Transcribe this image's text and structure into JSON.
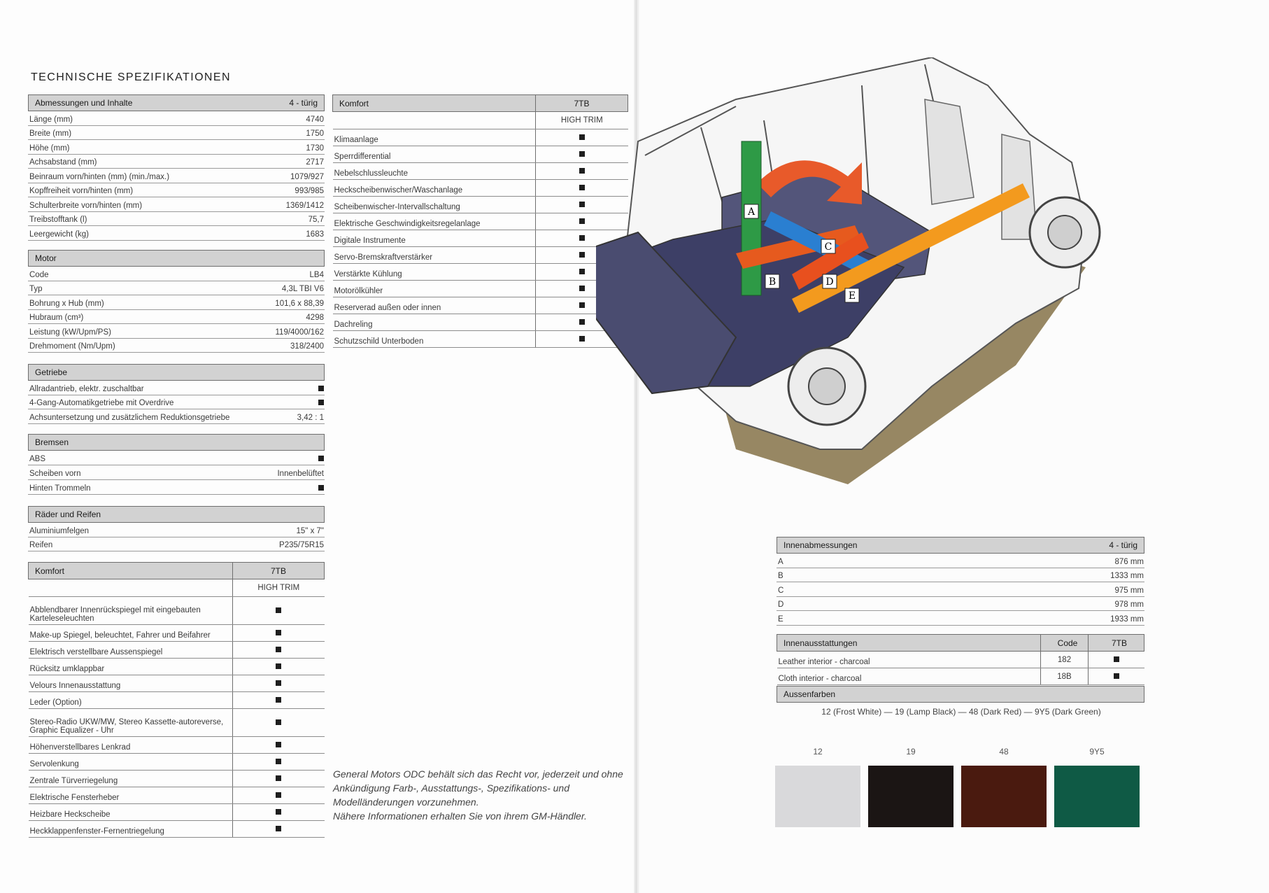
{
  "title": "TECHNISCHE SPEZIFIKATIONEN",
  "abmessungen": {
    "header": "Abmessungen und Inhalte",
    "header_value": "4 - türig",
    "rows": [
      {
        "label": "Länge (mm)",
        "value": "4740"
      },
      {
        "label": "Breite (mm)",
        "value": "1750"
      },
      {
        "label": "Höhe (mm)",
        "value": "1730"
      },
      {
        "label": "Achsabstand (mm)",
        "value": "2717"
      },
      {
        "label": "Beinraum vorn/hinten (mm) (min./max.)",
        "value": "1079/927"
      },
      {
        "label": "Kopffreiheit vorn/hinten (mm)",
        "value": "993/985"
      },
      {
        "label": "Schulterbreite vorn/hinten (mm)",
        "value": "1369/1412"
      },
      {
        "label": "Treibstofftank (l)",
        "value": "75,7"
      },
      {
        "label": "Leergewicht (kg)",
        "value": "1683"
      }
    ]
  },
  "motor": {
    "header": "Motor",
    "rows": [
      {
        "label": "Code",
        "value": "LB4"
      },
      {
        "label": "Typ",
        "value": "4,3L TBI V6"
      },
      {
        "label": "Bohrung x Hub (mm)",
        "value": "101,6 x 88,39"
      },
      {
        "label": "Hubraum (cm³)",
        "value": "4298"
      },
      {
        "label": "Leistung (kW/Upm/PS)",
        "value": "119/4000/162"
      },
      {
        "label": "Drehmoment (Nm/Upm)",
        "value": "318/2400"
      }
    ]
  },
  "getriebe": {
    "header": "Getriebe",
    "rows": [
      {
        "label": "Allradantrieb, elektr. zuschaltbar",
        "value": "■"
      },
      {
        "label": "4-Gang-Automatikgetriebe mit Overdrive",
        "value": "■"
      },
      {
        "label": "Achsuntersetzung und zusätzlichem Reduktionsgetriebe",
        "value": "3,42 : 1"
      }
    ]
  },
  "bremsen": {
    "header": "Bremsen",
    "rows": [
      {
        "label": "ABS",
        "value": "■"
      },
      {
        "label": "Scheiben vorn",
        "value": "Innenbelüftet"
      },
      {
        "label": "Hinten Trommeln",
        "value": "■"
      }
    ]
  },
  "raeder": {
    "header": "Räder und Reifen",
    "rows": [
      {
        "label": "Aluminiumfelgen",
        "value": "15\" x 7\""
      },
      {
        "label": "Reifen",
        "value": "P235/75R15"
      }
    ]
  },
  "komfort_left": {
    "header": "Komfort",
    "col": "7TB",
    "sub": "HIGH TRIM",
    "rows": [
      {
        "label": "Abblendbarer Innenrückspiegel mit eingebauten Karteleseleuchten",
        "value": "■"
      },
      {
        "label": "Make-up Spiegel, beleuchtet, Fahrer und Beifahrer",
        "value": "■"
      },
      {
        "label": "Elektrisch verstellbare Aussenspiegel",
        "value": "■"
      },
      {
        "label": "Rücksitz umklappbar",
        "value": "■"
      },
      {
        "label": "Velours Innenausstattung",
        "value": "■"
      },
      {
        "label": "Leder (Option)",
        "value": "■"
      },
      {
        "label": "Stereo-Radio UKW/MW, Stereo Kassette-autoreverse, Graphic Equalizer - Uhr",
        "value": "■"
      },
      {
        "label": "Höhenverstellbares Lenkrad",
        "value": "■"
      },
      {
        "label": "Servolenkung",
        "value": "■"
      },
      {
        "label": "Zentrale Türverriegelung",
        "value": "■"
      },
      {
        "label": "Elektrische Fensterheber",
        "value": "■"
      },
      {
        "label": "Heizbare Heckscheibe",
        "value": "■"
      },
      {
        "label": "Heckklappenfenster-Fernentriegelung",
        "value": "■"
      }
    ]
  },
  "komfort_right": {
    "header": "Komfort",
    "col": "7TB",
    "sub": "HIGH TRIM",
    "rows": [
      {
        "label": "Klimaanlage",
        "value": "■"
      },
      {
        "label": "Sperrdifferential",
        "value": "■"
      },
      {
        "label": "Nebelschlussleuchte",
        "value": "■"
      },
      {
        "label": "Heckscheibenwischer/Waschanlage",
        "value": "■"
      },
      {
        "label": "Scheibenwischer-Intervallschaltung",
        "value": "■"
      },
      {
        "label": "Elektrische Geschwindigkeitsregelanlage",
        "value": "■"
      },
      {
        "label": "Digitale Instrumente",
        "value": "■"
      },
      {
        "label": "Servo-Bremskraftverstärker",
        "value": "■"
      },
      {
        "label": "Verstärkte Kühlung",
        "value": "■"
      },
      {
        "label": "Motorölkühler",
        "value": "■"
      },
      {
        "label": "Reserverad außen oder innen",
        "value": "■"
      },
      {
        "label": "Dachreling",
        "value": "■"
      },
      {
        "label": "Schutzschild Unterboden",
        "value": "■"
      }
    ]
  },
  "disclaimer": {
    "line1": "General Motors ODC behält sich das Recht vor, jederzeit und ohne Ankündigung Farb-, Ausstattungs-, Spezifikations- und Modelländerungen vorzunehmen.",
    "line2": "Nähere Informationen erhalten Sie von ihrem GM-Händler."
  },
  "illustration": {
    "labels": [
      "A",
      "B",
      "C",
      "D",
      "E"
    ],
    "colors": {
      "A": "#2e9a46",
      "B": "#e65a1e",
      "C": "#2a7fd1",
      "D": "#e8501e",
      "E": "#f39a1e"
    }
  },
  "innenabmessungen": {
    "header": "Innenabmessungen",
    "header_value": "4 - türig",
    "rows": [
      {
        "label": "A",
        "value": "876 mm"
      },
      {
        "label": "B",
        "value": "1333 mm"
      },
      {
        "label": "C",
        "value": "975 mm"
      },
      {
        "label": "D",
        "value": "978 mm"
      },
      {
        "label": "E",
        "value": "1933 mm"
      }
    ]
  },
  "innenausstattungen": {
    "header": "Innenausstattungen",
    "col_code": "Code",
    "col_trim": "7TB",
    "rows": [
      {
        "label": "Leather interior - charcoal",
        "code": "182",
        "value": "■"
      },
      {
        "label": "Cloth interior - charcoal",
        "code": "18B",
        "value": "■"
      }
    ]
  },
  "aussenfarben": {
    "header": "Aussenfarben",
    "line": "12 (Frost White) — 19 (Lamp Black) — 48 (Dark Red) — 9Y5 (Dark Green)",
    "swatches": [
      {
        "code": "12",
        "color": "#d9d9db"
      },
      {
        "code": "19",
        "color": "#1b1514"
      },
      {
        "code": "48",
        "color": "#4a1a0f"
      },
      {
        "code": "9Y5",
        "color": "#0f5a45"
      }
    ]
  }
}
